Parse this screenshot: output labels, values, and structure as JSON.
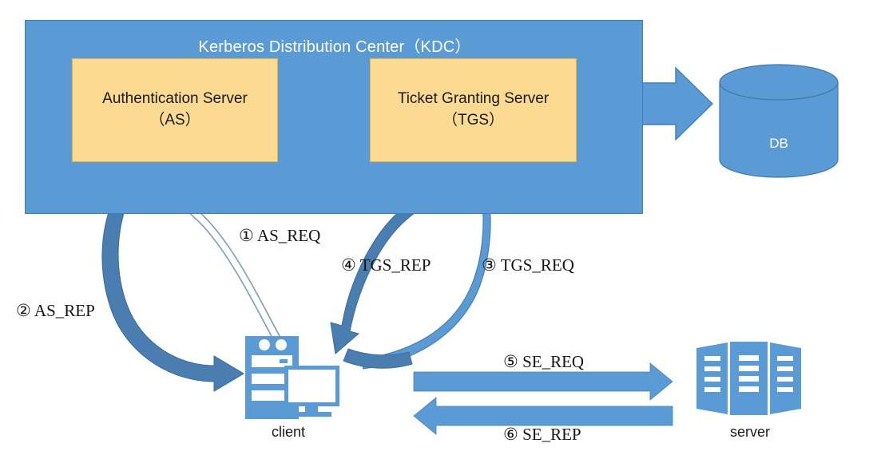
{
  "diagram": {
    "title": "Kerberos Distribution Center（KDC）",
    "kdc": {
      "title": "Kerberos Distribution Center（KDC）",
      "servers": [
        {
          "name": "authentication-server",
          "line1": "Authentication Server",
          "line2": "（AS）"
        },
        {
          "name": "ticket-granting-server",
          "line1": "Ticket Granting Server",
          "line2": "（TGS）"
        }
      ]
    },
    "database": {
      "label": "DB"
    },
    "endpoints": {
      "client": "client",
      "server": "server"
    },
    "messages": [
      {
        "id": "as-req",
        "marker": "①",
        "label": "① AS_REQ"
      },
      {
        "id": "as-rep",
        "marker": "②",
        "label": "② AS_REP"
      },
      {
        "id": "tgs-req",
        "marker": "③",
        "label": "③ TGS_REQ"
      },
      {
        "id": "tgs-rep",
        "marker": "④",
        "label": "④ TGS_REP"
      },
      {
        "id": "se-req",
        "marker": "⑤",
        "label": "⑤ SE_REQ"
      },
      {
        "id": "se-rep",
        "marker": "⑥",
        "label": "⑥ SE_REP"
      }
    ],
    "colors": {
      "kdc_fill": "#5B9BD5",
      "kdc_stroke": "#417EB8",
      "server_box_fill": "#FCDA92",
      "server_box_stroke": "#E8B43C",
      "arrow_light": "#5B9BD5",
      "arrow_dark": "#4A7EB0",
      "arrow_outline_stroke": "#6E8FAE",
      "icon_blue": "#5B9BD5",
      "text_dark": "#141414",
      "text_white": "#FFFFFF"
    }
  }
}
